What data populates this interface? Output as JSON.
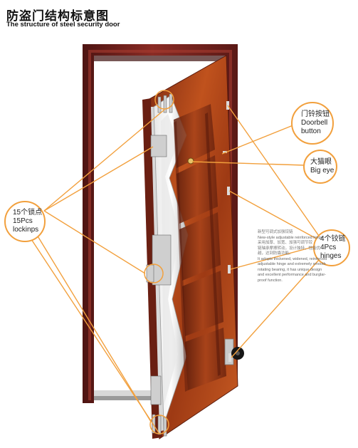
{
  "header": {
    "title_cn": "防盗门结构标意图",
    "title_en": "The structure of steel security door"
  },
  "callouts": {
    "doorbell": {
      "cn": "门铃按钮",
      "en1": "Doorbell",
      "en2": "button"
    },
    "bigeye": {
      "cn": "大猫眼",
      "en": "Big eye"
    },
    "locks": {
      "cn": "15个锁点",
      "en1": "15Pcs",
      "en2": "lockinps"
    },
    "hinges": {
      "cn": "4个铰链",
      "en1": "4Pcs",
      "en2": "hinges"
    }
  },
  "note": {
    "line1": "新型可调式加强铰链",
    "line2": "New-style adjustable reinforced hinge",
    "line3": "采用加厚、加宽、加强可调节铰",
    "line4": "链轴承摩擦转动，设计独特，性能优",
    "line5": "越，达到防撬功能。",
    "line6": "It adopts thickened, widened, reinforced",
    "line7": "adjustable hinge and extremely smooth",
    "line8": "rotating bearing, it has unique design",
    "line9": "and excellent performance and burglar-",
    "line10": "proof function."
  },
  "colors": {
    "frame": "#7e2420",
    "frame_dark": "#4e1412",
    "leaf_wood": "#b94a1a",
    "leader_line": "#f2a03d",
    "steel": "#c8c8c8"
  }
}
